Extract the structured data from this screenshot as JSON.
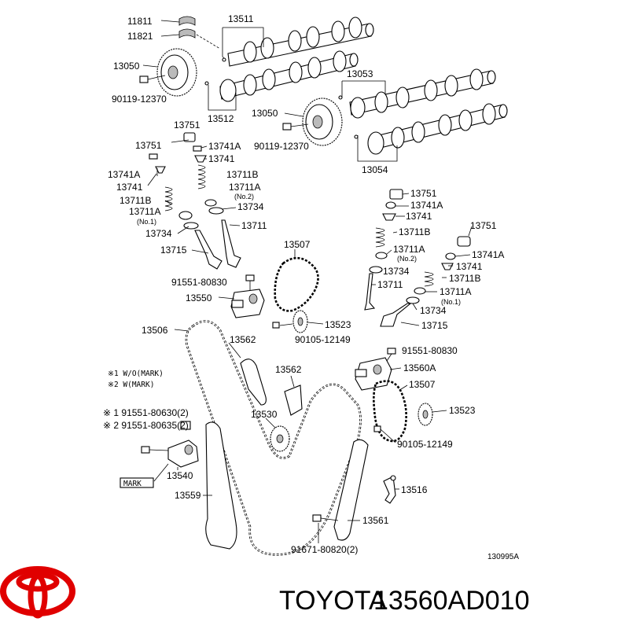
{
  "labels": {
    "p11811": "11811",
    "p11821": "11821",
    "p13511": "13511",
    "p13050a": "13050",
    "p90119a": "90119-12370",
    "p13512": "13512",
    "p13053": "13053",
    "p13050b": "13050",
    "p90119b": "90119-12370",
    "p13054": "13054",
    "p13751a": "13751",
    "p13741Aa": "13741A",
    "p13741a": "13741",
    "p13711Ba": "13711B",
    "p13711Aa": "13711A",
    "p_no2a": "(No.2)",
    "p13734a": "13734",
    "p13711a": "13711",
    "p13751b": "13751",
    "p13741Ab": "13741A",
    "p13741b": "13741",
    "p13711Bb": "13711B",
    "p13711Ab": "13711A",
    "p_no1a": "(No.1)",
    "p13734b": "13734",
    "p13715a": "13715",
    "p13507a": "13507",
    "p91551a": "91551-80830",
    "p13550": "13550",
    "p13506": "13506",
    "p13523a": "13523",
    "p90105a": "90105-12149",
    "p13562a": "13562",
    "p13562b": "13562",
    "p13530": "13530",
    "note1": "※1 W/O(MARK)",
    "note2": "※2 W(MARK)",
    "bolt1": "※ 1 91551-80630(2)",
    "bolt2": "※ 2 91551-80635(2)",
    "p13540": "13540",
    "mark": "MARK",
    "p13559": "13559",
    "p91671": "91671-80820(2)",
    "p13751c": "13751",
    "p13741Ac": "13741A",
    "p13741c": "13741",
    "p13711Bc": "13711B",
    "p13711Ac": "13711A",
    "p_no2b": "(No.2)",
    "p13734c": "13734",
    "p13711b": "13711",
    "p13751d": "13751",
    "p13741Ad": "13741A",
    "p13741d": "13741",
    "p13711Bd": "13711B",
    "p13711Ad": "13711A",
    "p_no1b": "(No.1)",
    "p13734d": "13734",
    "p13715b": "13715",
    "p91551b": "91551-80830",
    "p13560A": "13560A",
    "p13507b": "13507",
    "p13523b": "13523",
    "p90105b": "90105-12149",
    "p13516": "13516",
    "p13561": "13561",
    "diagram_id": "130995A"
  },
  "brand": {
    "name": "TOYOTA",
    "part_number": "13560AD010",
    "logo_color": "#e00000"
  }
}
